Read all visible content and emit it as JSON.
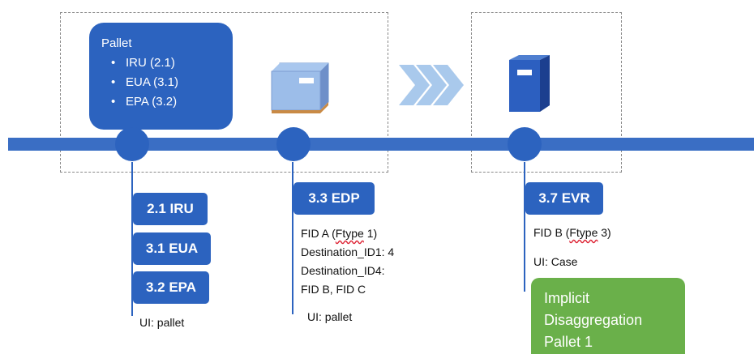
{
  "pallet_box": {
    "title": "Pallet",
    "items": [
      "IRU (2.1)",
      "EUA (3.1)",
      "EPA (3.2)"
    ]
  },
  "node1": {
    "tags": [
      "2.1 IRU",
      "3.1 EUA",
      "3.2 EPA"
    ],
    "ui_label": "UI: pallet"
  },
  "node2": {
    "tag": "3.3 EDP",
    "lines": {
      "l1_a": "FID A (",
      "l1_b": "Ftype",
      "l1_c": " 1)",
      "l2": "Destination_ID1: 4",
      "l3": "Destination_ID4:",
      "l4": "FID B, FID C"
    },
    "ui_label": "UI: pallet"
  },
  "node3": {
    "tag": "3.7 EVR",
    "lines": {
      "l1_a": "FID B (",
      "l1_b": "Ftype",
      "l1_c": " 3)"
    },
    "ui_label": "UI: Case"
  },
  "implicit_box": {
    "lines": [
      "Implicit",
      "Disaggregation",
      "Pallet 1"
    ]
  },
  "colors": {
    "primary_blue": "#2c63bf",
    "timeline_blue": "#3a6ec4",
    "green": "#6ab04a",
    "chevron": "#a9c9ec"
  },
  "icons": {
    "pallet_box": "box-on-pallet-icon",
    "case": "case-icon",
    "arrow": "chevron-arrows-icon"
  }
}
